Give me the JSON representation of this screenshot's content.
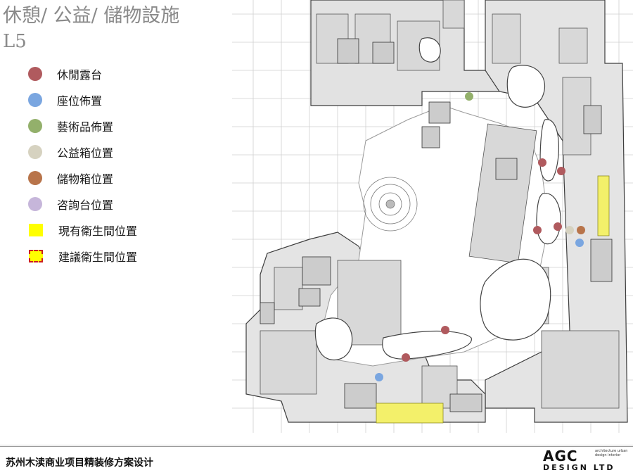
{
  "title": "休憩/ 公益/ 儲物設施",
  "subtitle": "L5",
  "legend": [
    {
      "label": "休閒露台",
      "color": "#b05a5e",
      "shape": "dot"
    },
    {
      "label": "座位佈置",
      "color": "#7aa6e0",
      "shape": "dot"
    },
    {
      "label": "藝術品佈置",
      "color": "#93b06b",
      "shape": "dot"
    },
    {
      "label": "公益箱位置",
      "color": "#d6d2c0",
      "shape": "dot"
    },
    {
      "label": "儲物箱位置",
      "color": "#b8744a",
      "shape": "dot"
    },
    {
      "label": "咨詢台位置",
      "color": "#c6b6da",
      "shape": "dot"
    },
    {
      "label": "現有衛生間位置",
      "color": "#ffff00",
      "shape": "square"
    },
    {
      "label": "建議衛生間位置",
      "color": "#ffff00",
      "shape": "square-dashed"
    }
  ],
  "footer": {
    "project": "苏州木渎商业项目精装修方案设计",
    "logo_mark": "AGC",
    "logo_sub": "DESIGN LTD",
    "logo_tag": "architecture urban design interior"
  },
  "colors": {
    "grid": "#c9c9c9",
    "wall": "#3d3d3d",
    "shop_fill": "#d9d9d9",
    "void_fill": "#ffffff",
    "toilet": "#f3f06a"
  }
}
